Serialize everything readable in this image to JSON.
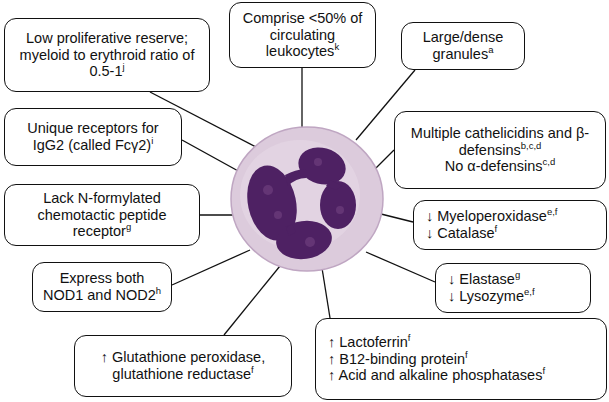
{
  "diagram": {
    "nodes": [
      {
        "text": [
          "Low proliferative reserve; myeloid to erythroid ratio of 0.5-1",
          "j"
        ]
      },
      {
        "text": [
          "Comprise <50% of circulating leukocytes",
          "k"
        ]
      },
      {
        "text": [
          "Large/dense granules",
          "a"
        ]
      },
      {
        "text": [
          "Unique receptors for IgG2 (called Fcγ2)",
          "i"
        ]
      },
      {
        "text": [
          "Multiple cathelicidins and β-defensins",
          "b,c,d",
          "No α-defensins",
          "c,d"
        ]
      },
      {
        "text": [
          "Lack N-formylated chemotactic peptide receptor",
          "g"
        ]
      },
      {
        "text": [
          "↓ Myeloperoxidase",
          "e,f",
          "↓ Catalase",
          "f"
        ]
      },
      {
        "text": [
          "Express both NOD1 and NOD2",
          "h"
        ]
      },
      {
        "text": [
          "↓ Elastase",
          "g",
          "↓ Lysozyme",
          "e,f"
        ]
      },
      {
        "text": [
          "↑ Lactoferrin",
          "f",
          "↑ B12-binding protein",
          "f",
          "↑ Acid and alkaline phosphatases",
          "f"
        ]
      },
      {
        "text": [
          "↑ Glutathione peroxidase, glutathione reductase",
          "f"
        ]
      }
    ]
  }
}
